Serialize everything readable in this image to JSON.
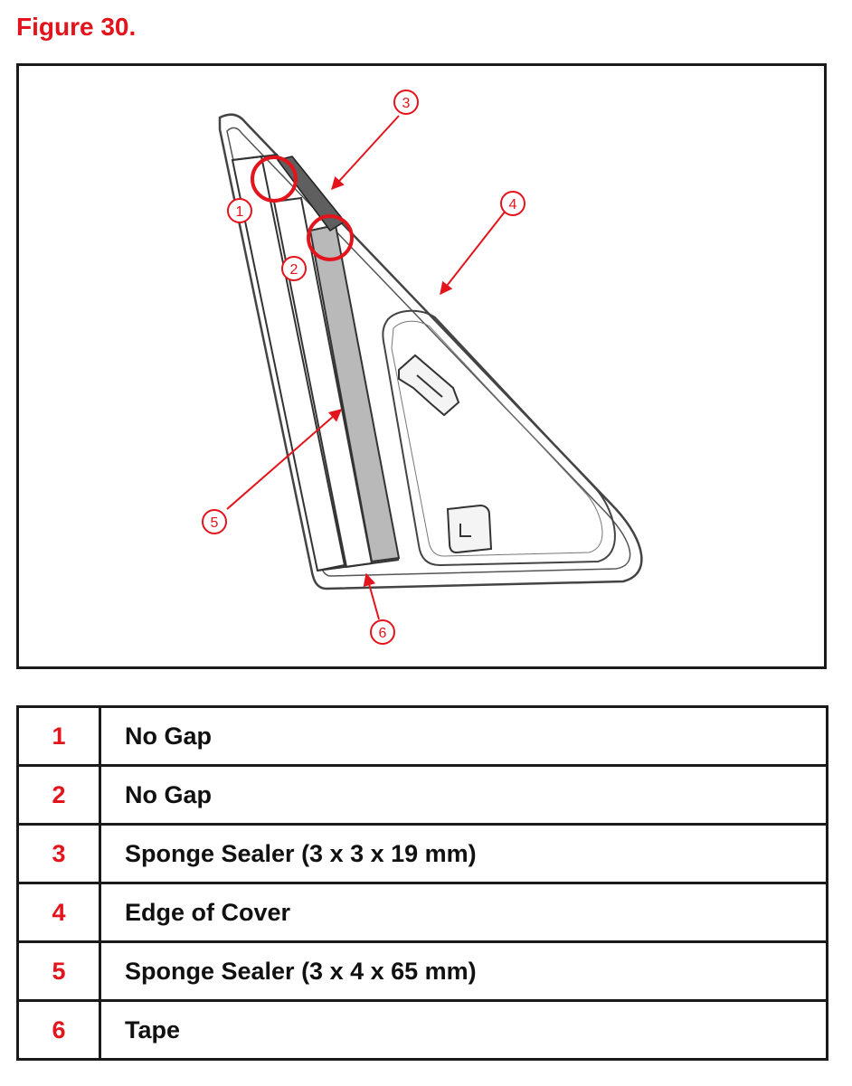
{
  "figure": {
    "title": "Figure 30.",
    "callouts": [
      "1",
      "2",
      "3",
      "4",
      "5",
      "6"
    ]
  },
  "legend": {
    "rows": [
      {
        "num": "1",
        "label": "No Gap"
      },
      {
        "num": "2",
        "label": "No Gap"
      },
      {
        "num": "3",
        "label": "Sponge Sealer (3 x 3 x 19 mm)"
      },
      {
        "num": "4",
        "label": "Edge of Cover"
      },
      {
        "num": "5",
        "label": "Sponge Sealer (3 x 4 x 65 mm)"
      },
      {
        "num": "6",
        "label": "Tape"
      }
    ]
  },
  "colors": {
    "accent": "#e3141b",
    "line": "#1a1a1a",
    "sealer": "#b9b9b9"
  }
}
